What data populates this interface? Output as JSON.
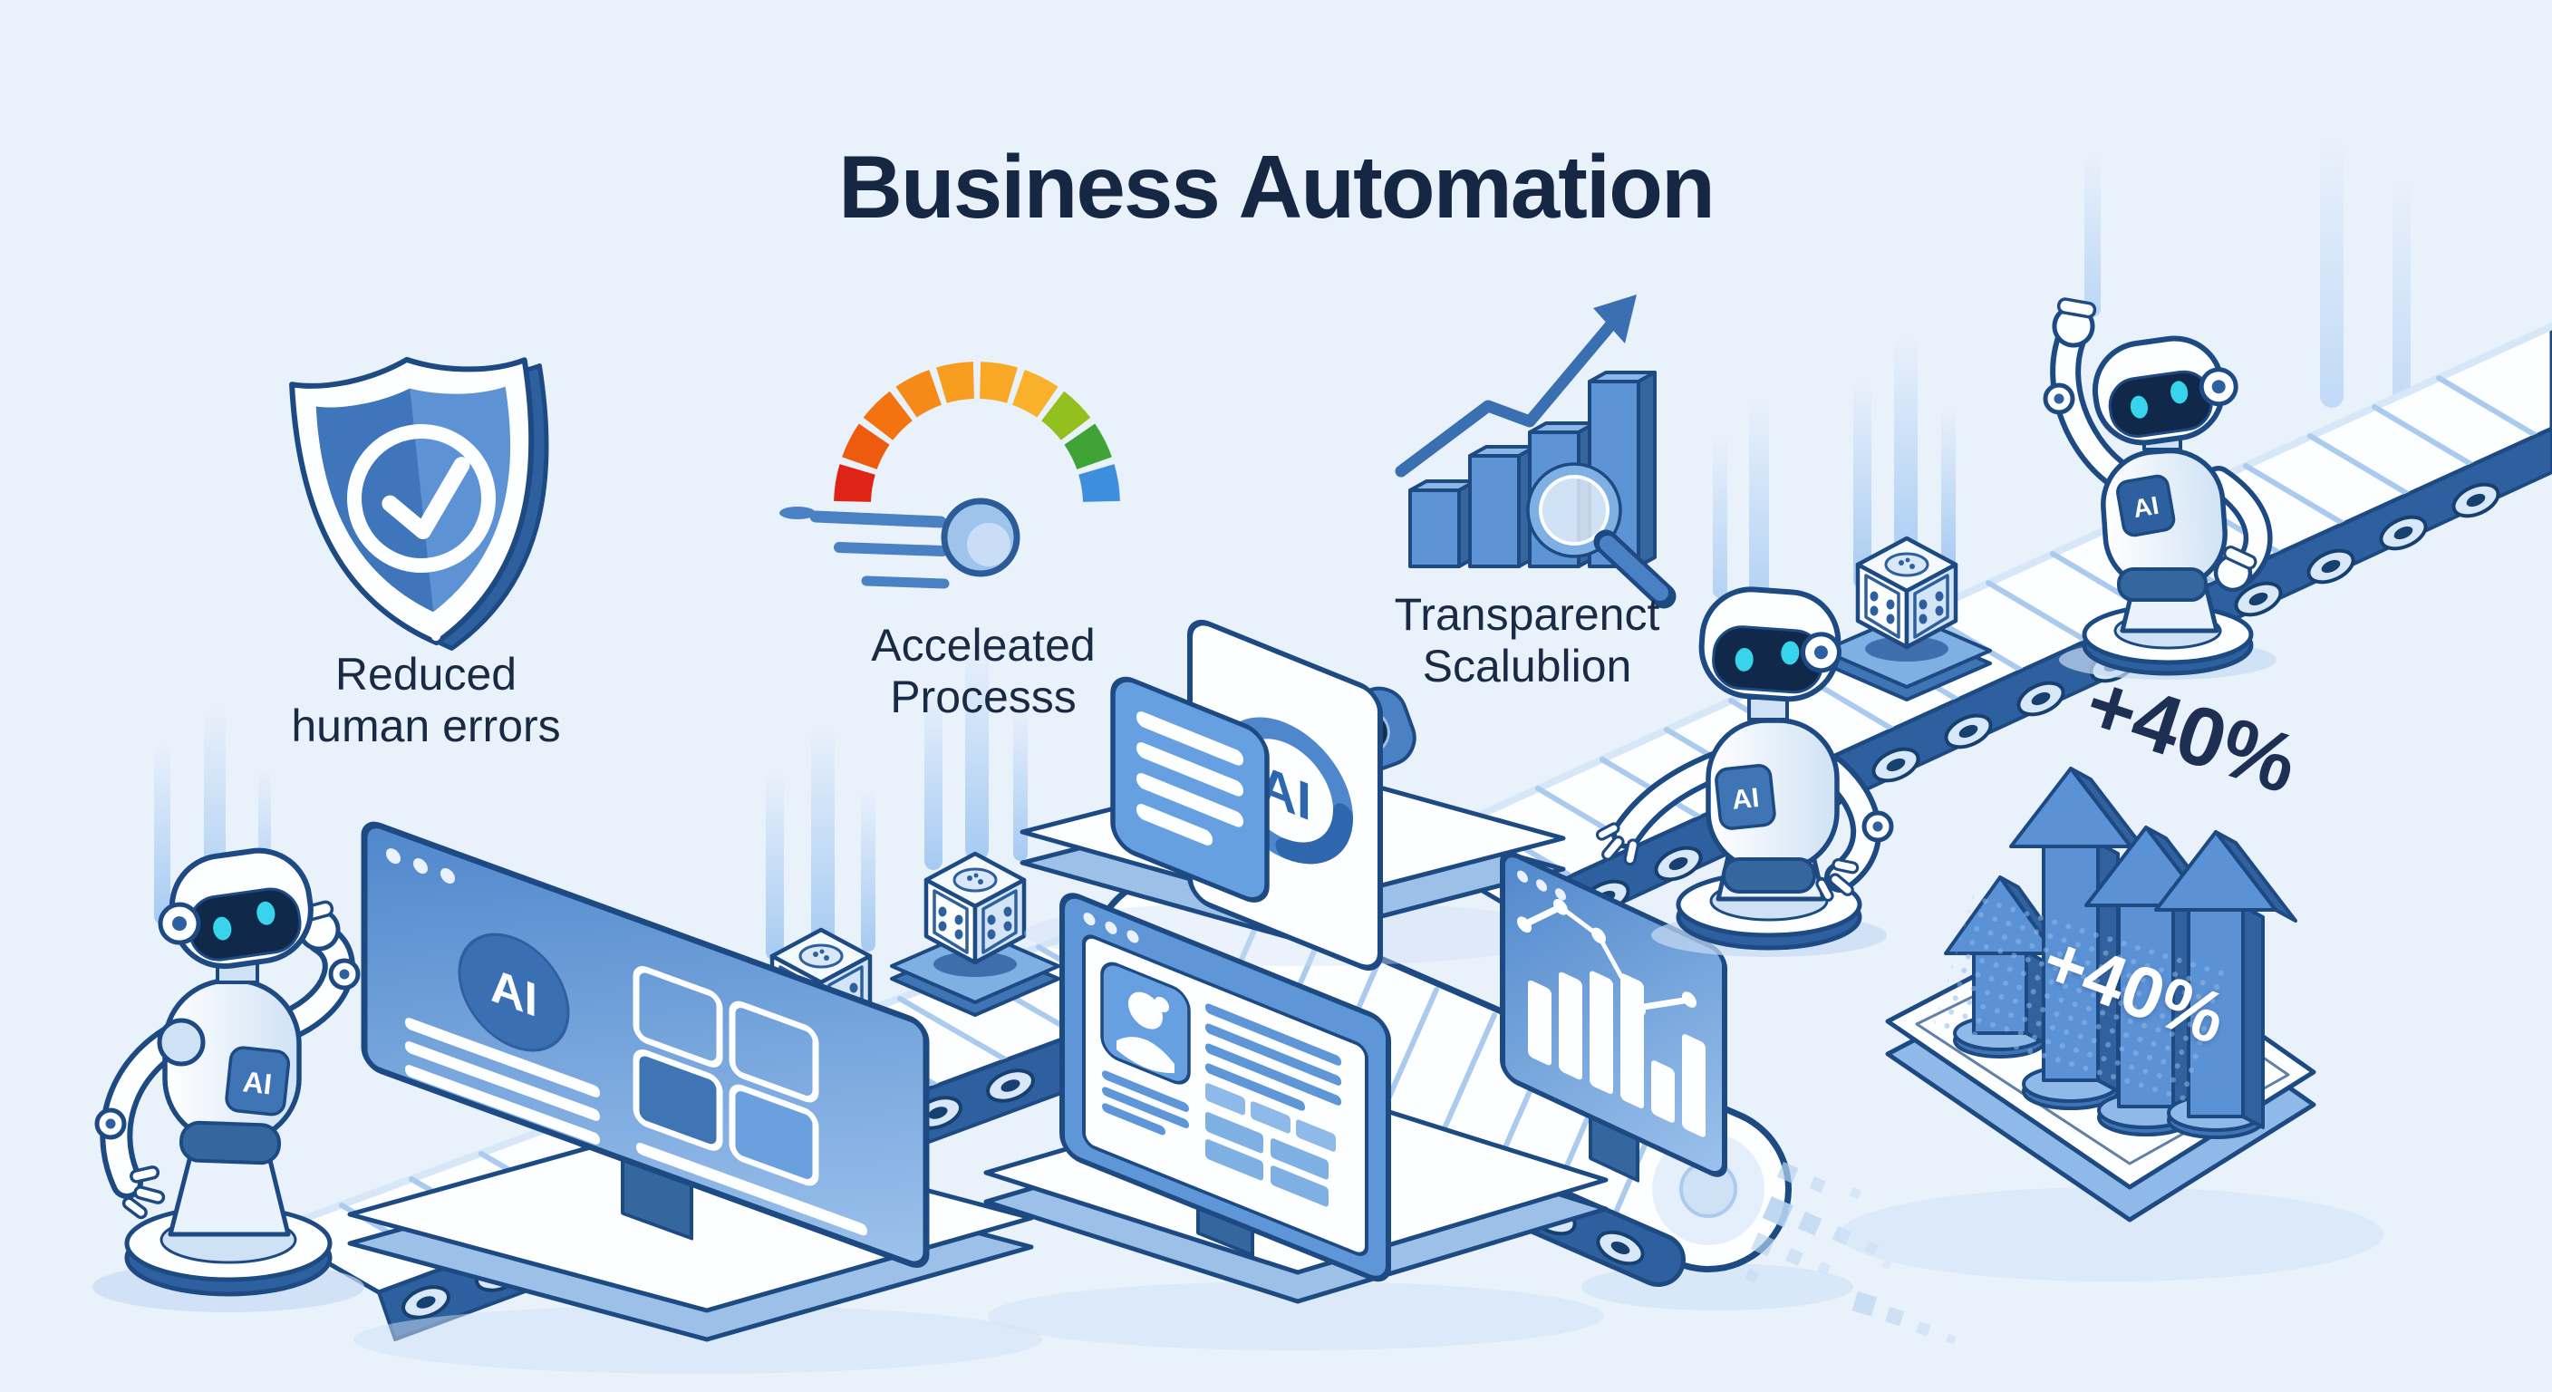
{
  "title": "Business Automation",
  "features": [
    {
      "id": "reduced-errors",
      "label": "Reduced\nhuman errors",
      "icon": "shield-check-icon"
    },
    {
      "id": "accelerated-process",
      "label": "Acceleated\nProcesss",
      "icon": "speedometer-icon"
    },
    {
      "id": "transparent-scaling",
      "label": "Transparenct\nScalublion",
      "icon": "growth-chart-magnifier-icon"
    }
  ],
  "growth": {
    "callout": "+40%",
    "platform_label": "+40%"
  },
  "ai_badge": "AI",
  "scene": {
    "icons": [
      "robot-icon",
      "conveyor-belt",
      "dice-cube-icon",
      "ai-monitor-icon",
      "profile-monitor-icon",
      "analytics-monitor-icon",
      "growth-arrows-icon",
      "ai-panel-icon",
      "document-card-icon",
      "shield-check-icon",
      "speedometer-icon",
      "growth-chart-magnifier-icon"
    ],
    "colors": {
      "background": "#e9f1fb",
      "outline_navy": "#1d4a82",
      "title_text": "#152743",
      "label_text": "#1a2a44",
      "accent_blue": "#4a80c4",
      "light_blue": "#9cc0e8",
      "white": "#ffffff",
      "eye_cyan": "#38d4ec",
      "gauge_segments": [
        "#df2317",
        "#ee5a0e",
        "#f2730f",
        "#f58a18",
        "#f79d20",
        "#f9a825",
        "#f9b02a",
        "#93c01f",
        "#3fa435",
        "#3e8ede"
      ]
    }
  }
}
